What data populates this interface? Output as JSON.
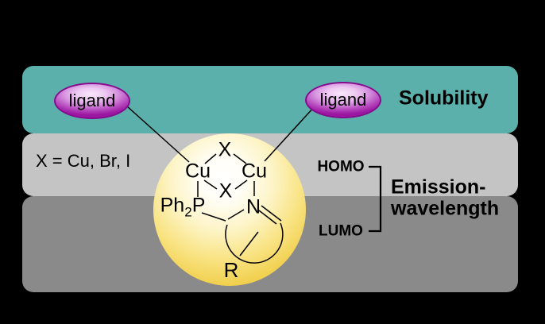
{
  "properties": {
    "solubility": "Solubility",
    "emission_line1": "Emission-",
    "emission_line2": "wavelength",
    "homo": "HOMO",
    "lumo": "LUMO"
  },
  "legend": {
    "x_definition": "X = Cu, Br, I"
  },
  "ligands": {
    "left_label": "ligand",
    "right_label": "ligand"
  },
  "molecule": {
    "cu_left": "Cu",
    "cu_right": "Cu",
    "x_top": "X",
    "x_bottom": "X",
    "phosphine_prefix": "Ph",
    "phosphine_sub": "2",
    "phosphine_suffix": "P",
    "nitrogen": "N",
    "substituent": "R"
  },
  "colors": {
    "background": "#000000",
    "solubility_band": "#5bb0ac",
    "homo_band": "#c4c4c4",
    "lumo_band": "#8a8a8a",
    "sphere_edge": "#e8c033",
    "ligand_fill": "#c465cc",
    "ligand_border": "#860c8e",
    "line": "#000000"
  }
}
